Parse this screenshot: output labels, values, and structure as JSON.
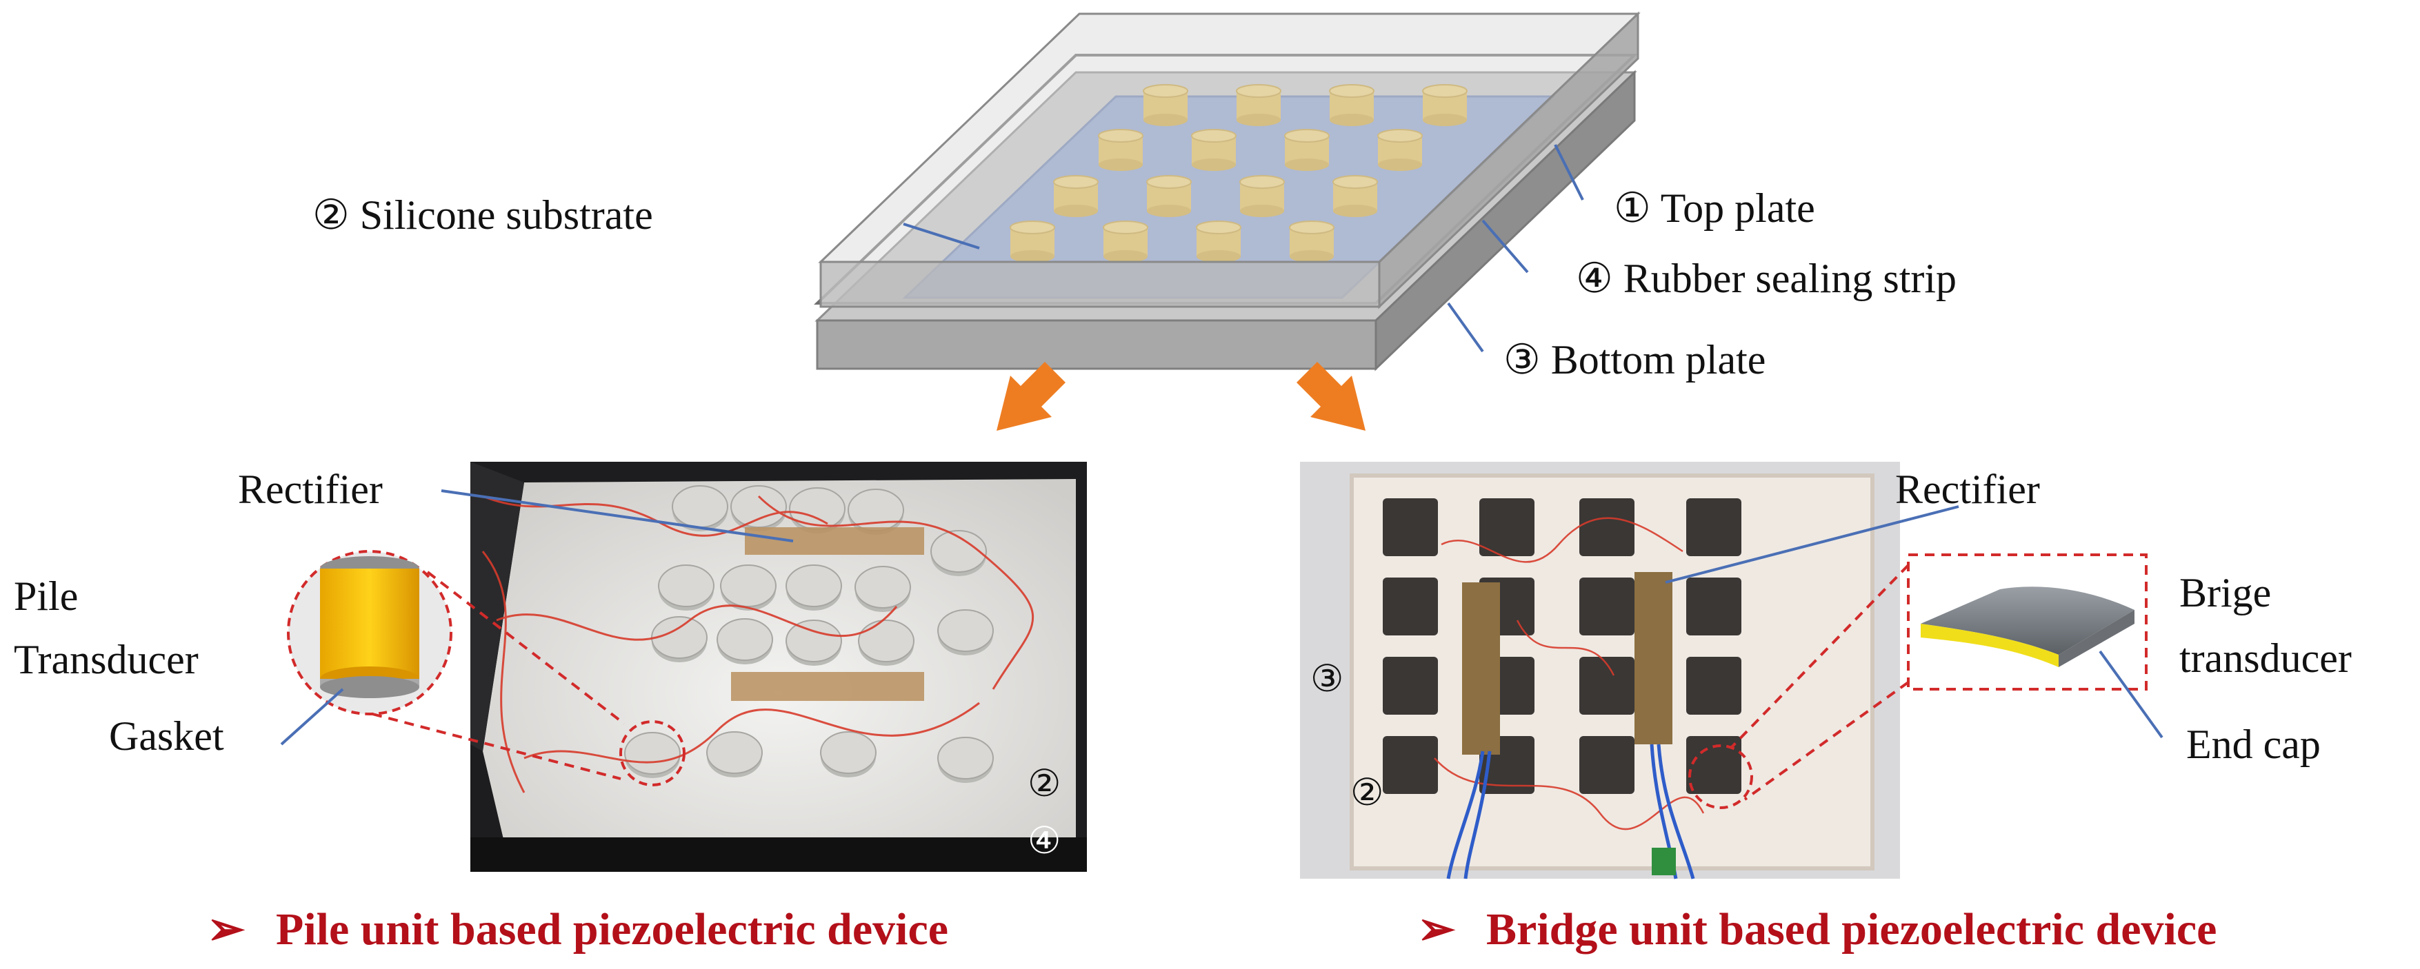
{
  "diagram": {
    "labels": {
      "top_plate": "① Top plate",
      "silicone_substrate": "② Silicone substrate",
      "rubber_sealing_strip": "④ Rubber sealing strip",
      "bottom_plate": "③ Bottom plate",
      "rectifier_left": "Rectifier",
      "pile_line1": "Pile",
      "pile_line2": "Transducer",
      "gasket": "Gasket",
      "rectifier_right": "Rectifier",
      "brige_line1": "Brige",
      "brige_line2": "transducer",
      "end_cap": "End cap"
    },
    "photo_markers": {
      "left_2": "②",
      "left_4": "④",
      "right_3": "③",
      "right_2": "②"
    },
    "captions": {
      "left": "Pile unit based piezoelectric device",
      "right": "Bridge unit based piezoelectric device",
      "bullet": "➢"
    },
    "colors": {
      "caption": "#b3101a",
      "plate": "#bdbdbd",
      "substrate": "#8fa3cf",
      "transducer": "#e8c76a",
      "arrow": "#ee7d22",
      "leader_line": "#4a6fb5",
      "dashed": "#d22a2a"
    }
  }
}
